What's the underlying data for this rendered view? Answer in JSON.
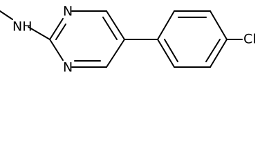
{
  "molecule": {
    "atoms": {
      "amine_nh": "NH",
      "ring_n_top": "N",
      "ring_n_bottom": "N",
      "chlorine": "Cl"
    }
  }
}
